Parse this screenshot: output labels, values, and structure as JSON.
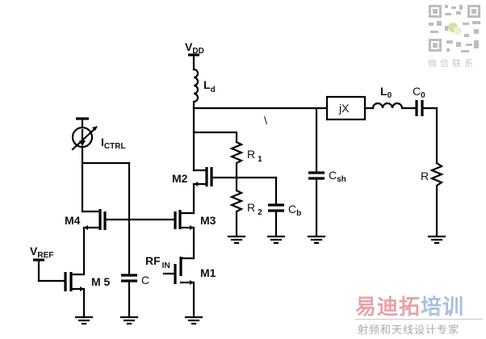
{
  "labels": {
    "vdd": {
      "main": "V",
      "sub": "DD"
    },
    "ld": {
      "main": "L",
      "sub": "d"
    },
    "ictrl": {
      "main": "I",
      "sub": "CTRL"
    },
    "vref": {
      "main": "V",
      "sub": "REF"
    },
    "rfin": {
      "main": "RF",
      "sub": "IN"
    },
    "m1": "M1",
    "m2": "M2",
    "m3": "M3",
    "m4": "M4",
    "m5": "M 5",
    "c": "C",
    "r1": {
      "main": "R",
      "sub": "1"
    },
    "r2": {
      "main": "R",
      "sub": "2"
    },
    "cb": {
      "main": "C",
      "sub": "b"
    },
    "csh": {
      "main": "C",
      "sub": "sh"
    },
    "jx": "jX",
    "l0": {
      "main": "L",
      "sub": "0"
    },
    "c0": {
      "main": "C",
      "sub": "0"
    },
    "r": "R",
    "stray": "\\"
  },
  "watermark": {
    "qr_caption": "微信联系",
    "brand_red": "易迪拓",
    "brand_blue": "培训",
    "tagline": "射频和天线设计专家"
  }
}
